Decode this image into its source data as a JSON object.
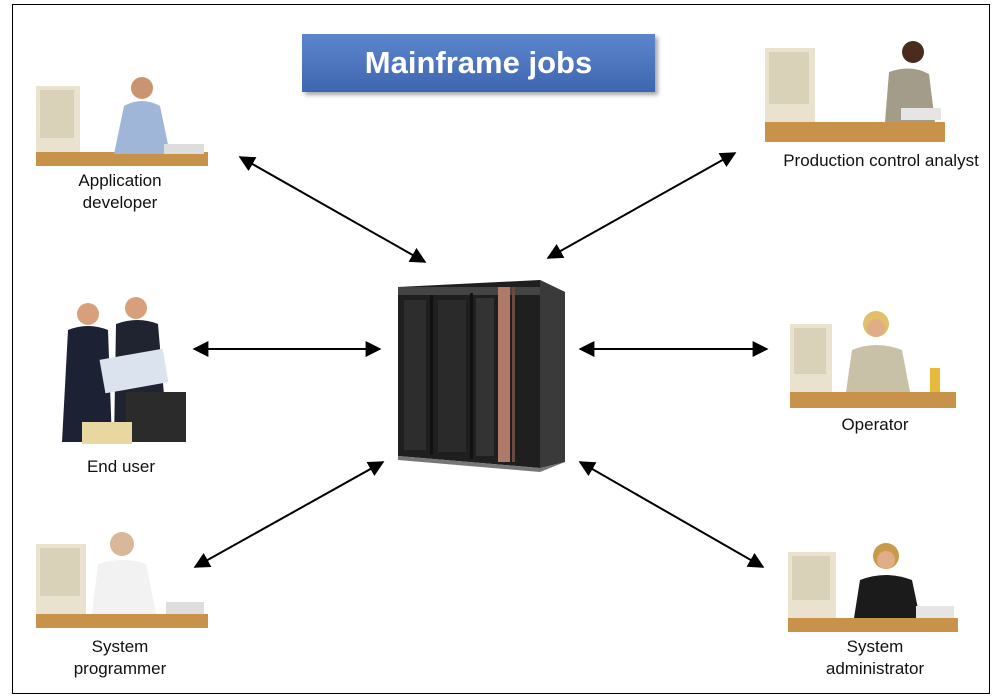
{
  "title": "Mainframe jobs",
  "roles": {
    "application_developer": [
      "Application",
      "developer"
    ],
    "production_control_analyst": [
      "Production control analyst"
    ],
    "end_user": [
      "End user"
    ],
    "operator": [
      "Operator"
    ],
    "system_programmer": [
      "System",
      "programmer"
    ],
    "system_administrator": [
      "System",
      "administrator"
    ]
  },
  "colors": {
    "title_fill": "#4a72bd",
    "title_text": "#ffffff",
    "mainframe": "#2b2b2b",
    "mainframe_accent": "#b07a6a"
  }
}
